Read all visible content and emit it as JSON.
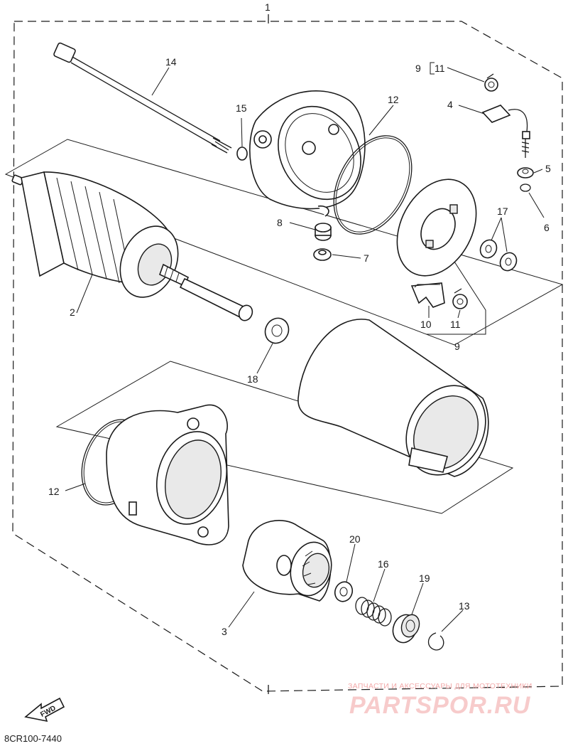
{
  "diagram": {
    "callouts": {
      "c1": "1",
      "c2": "2",
      "c3": "3",
      "c4": "4",
      "c5": "5",
      "c6": "6",
      "c7": "7",
      "c8": "8",
      "c9_top": "9",
      "c11_top": "11",
      "c9_bottom": "9",
      "c10": "10",
      "c11_bottom": "11",
      "c12_top": "12",
      "c12_left": "12",
      "c13": "13",
      "c14": "14",
      "c15": "15",
      "c16": "16",
      "c17": "17",
      "c18": "18",
      "c19": "19",
      "c20": "20"
    },
    "fwd_label": "FWD",
    "diagram_code": "8CR100-7440"
  },
  "watermark": {
    "tagline": "ЗАПЧАСТИ И АКСЕССУАРЫ ДЛЯ МОТОТЕХНИКИ",
    "brand": "PARTSPOR.RU"
  }
}
